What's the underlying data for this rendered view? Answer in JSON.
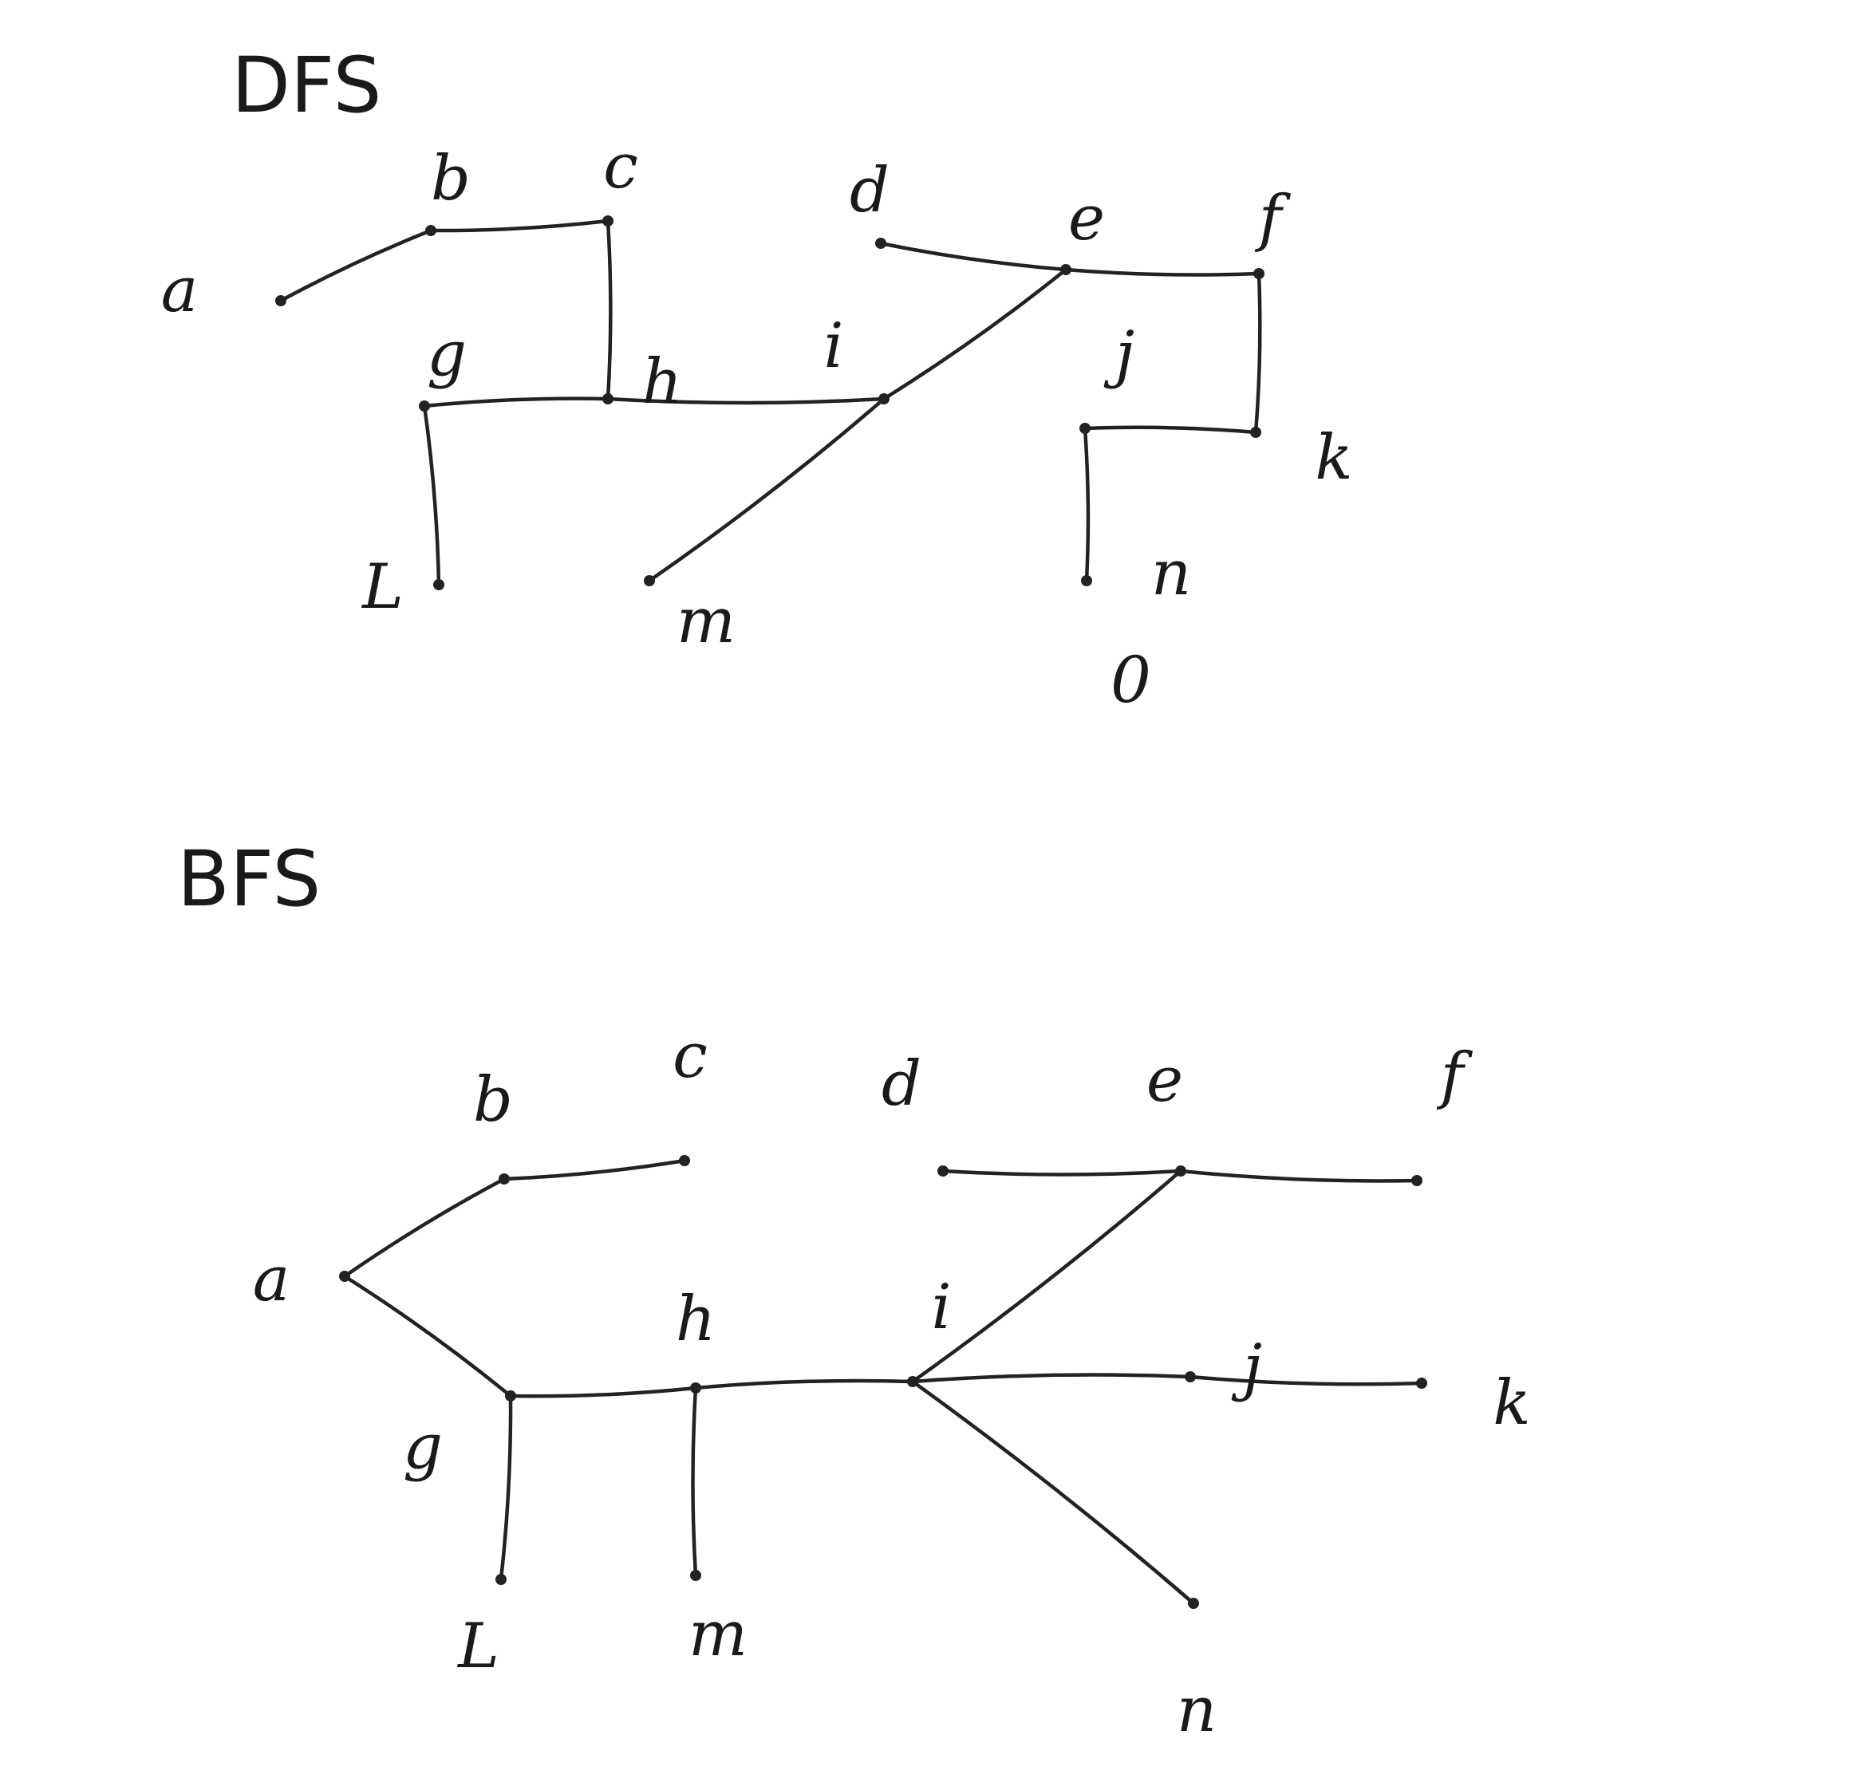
{
  "dfs": {
    "title": "DFS",
    "nodes": [
      {
        "id": "a",
        "label": "a"
      },
      {
        "id": "b",
        "label": "b"
      },
      {
        "id": "c",
        "label": "c"
      },
      {
        "id": "d",
        "label": "d"
      },
      {
        "id": "e",
        "label": "e"
      },
      {
        "id": "f",
        "label": "f"
      },
      {
        "id": "g",
        "label": "g"
      },
      {
        "id": "h",
        "label": "h"
      },
      {
        "id": "i",
        "label": "i"
      },
      {
        "id": "j",
        "label": "j"
      },
      {
        "id": "k",
        "label": "k"
      },
      {
        "id": "l",
        "label": "L"
      },
      {
        "id": "m",
        "label": "m"
      },
      {
        "id": "n",
        "label": "n"
      }
    ],
    "edges": [
      [
        "a",
        "b"
      ],
      [
        "b",
        "c"
      ],
      [
        "c",
        "h"
      ],
      [
        "h",
        "g"
      ],
      [
        "g",
        "l"
      ],
      [
        "h",
        "i"
      ],
      [
        "i",
        "m"
      ],
      [
        "i",
        "e"
      ],
      [
        "e",
        "d"
      ],
      [
        "e",
        "f"
      ],
      [
        "f",
        "k"
      ],
      [
        "k",
        "j"
      ],
      [
        "j",
        "n"
      ]
    ],
    "stray_mark": "0"
  },
  "bfs": {
    "title": "BFS",
    "nodes": [
      {
        "id": "a",
        "label": "a"
      },
      {
        "id": "b",
        "label": "b"
      },
      {
        "id": "c",
        "label": "c"
      },
      {
        "id": "d",
        "label": "d"
      },
      {
        "id": "e",
        "label": "e"
      },
      {
        "id": "f",
        "label": "f"
      },
      {
        "id": "g",
        "label": "g"
      },
      {
        "id": "h",
        "label": "h"
      },
      {
        "id": "i",
        "label": "i"
      },
      {
        "id": "j",
        "label": "j"
      },
      {
        "id": "k",
        "label": "k"
      },
      {
        "id": "l",
        "label": "L"
      },
      {
        "id": "m",
        "label": "m"
      },
      {
        "id": "n",
        "label": "n"
      }
    ],
    "edges": [
      [
        "a",
        "b"
      ],
      [
        "b",
        "c"
      ],
      [
        "a",
        "g"
      ],
      [
        "g",
        "h"
      ],
      [
        "g",
        "l"
      ],
      [
        "h",
        "m"
      ],
      [
        "h",
        "i"
      ],
      [
        "i",
        "e"
      ],
      [
        "e",
        "d"
      ],
      [
        "e",
        "f"
      ],
      [
        "i",
        "j"
      ],
      [
        "j",
        "k"
      ],
      [
        "i",
        "n"
      ]
    ]
  }
}
